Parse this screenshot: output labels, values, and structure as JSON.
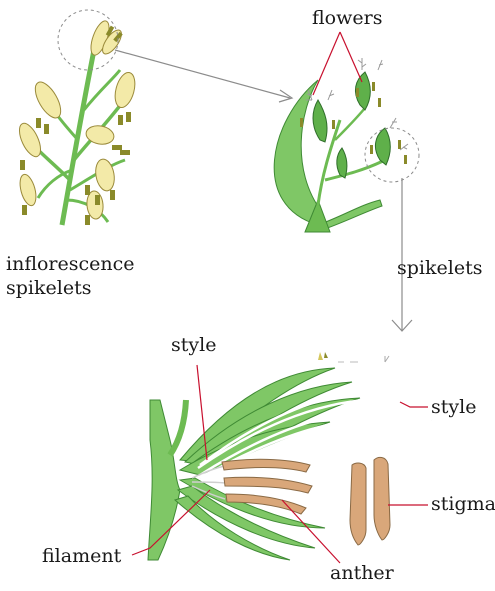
{
  "labels": {
    "flowers": "flowers",
    "inflorescence": "inflorescence",
    "spikelets_left": "spikelets",
    "spikelets_right": "spikelets",
    "style_top": "style",
    "style_right": "style",
    "stigma": "stigma",
    "filament": "filament",
    "anther": "anther"
  },
  "colors": {
    "stem_green": "#6dbb52",
    "leaf_green": "#7fc766",
    "dark_green": "#3f8a34",
    "spikelet_yellow": "#f3eaa8",
    "anther_olive": "#8a8a2a",
    "anther_tan": "#d9a77a",
    "leader_red": "#c8102e",
    "arrow_gray": "#8c8c8c"
  }
}
